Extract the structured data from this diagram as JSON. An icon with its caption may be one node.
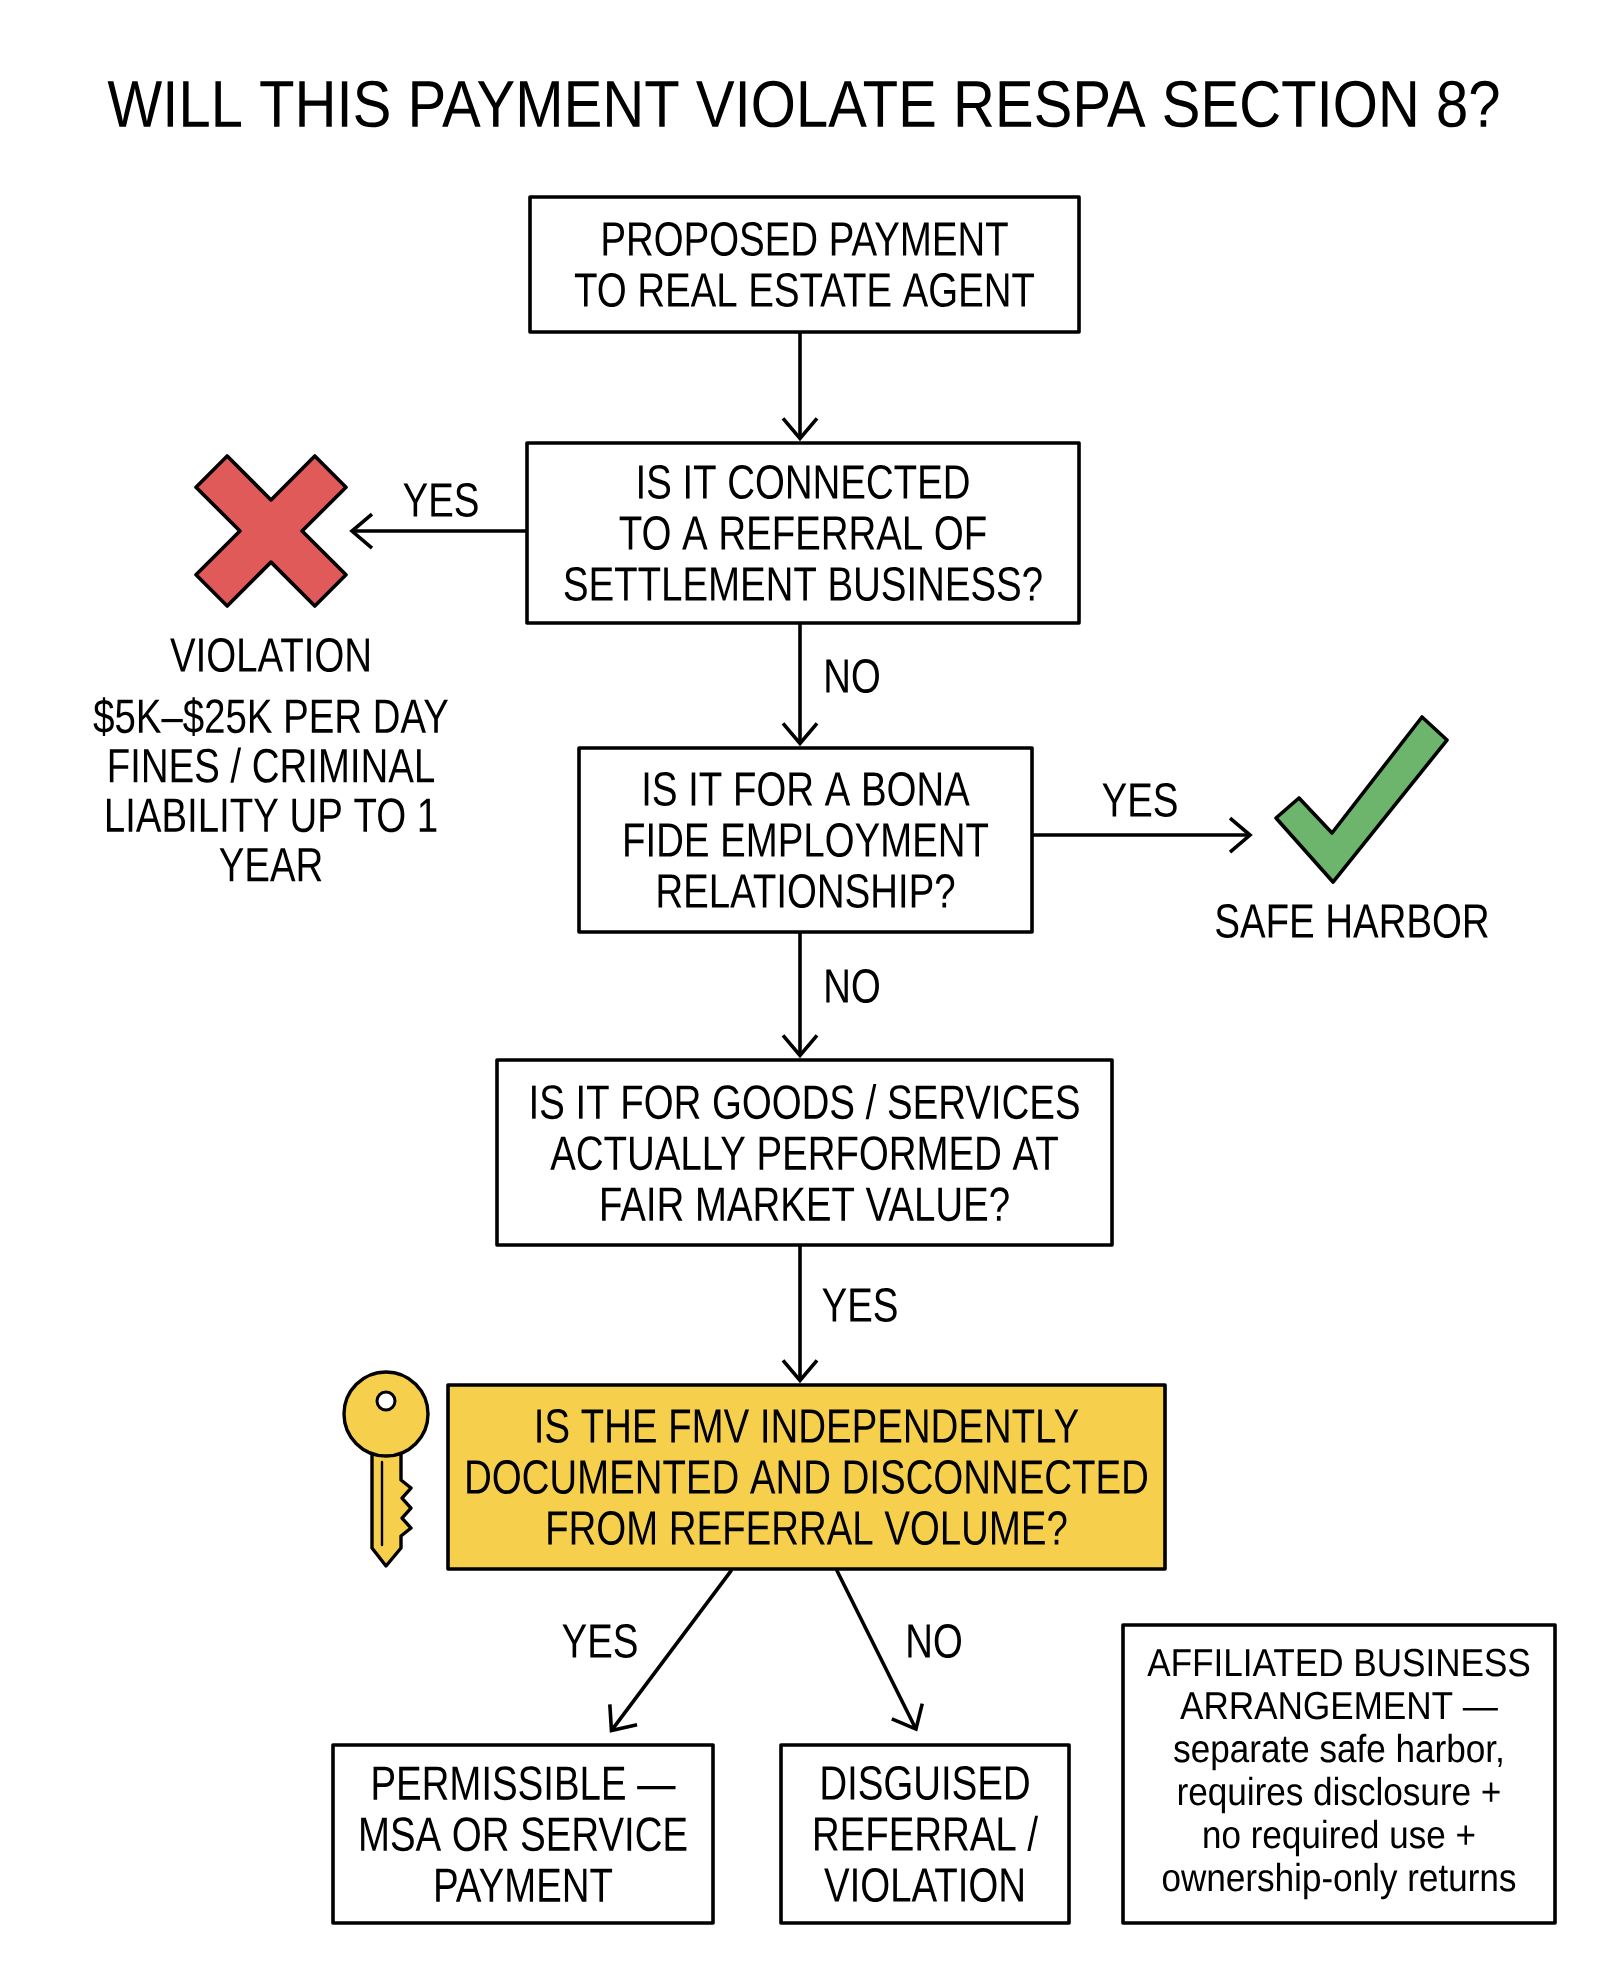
{
  "diagram": {
    "title": "WILL THIS PAYMENT VIOLATE RESPA SECTION 8?",
    "nodes": [
      {
        "text": [
          "PROPOSED PAYMENT TO REAL ESTATE AGENT"
        ]
      },
      {
        "text": [
          "IS IT CONNECTED TO A REFERRAL OF SETTLEMENT BUSINESS?"
        ]
      },
      {
        "text": [],
        "shape": "cross",
        "beside": [
          "VIOLATION",
          "$5K–$25K PER DAY FINES / CRIMINAL LIABILITY UP TO 1 YEAR"
        ]
      },
      {
        "text": [
          "IS IT FOR A BONA FIDE EMPLOYMENT RELATIONSHIP?"
        ]
      },
      {
        "text": [],
        "shape": "check",
        "beside": [
          "SAFE HARBOR"
        ]
      },
      {
        "text": [
          "IS IT FOR GOODS / SERVICES ACTUALLY PERFORMED AT FAIR MARKET VALUE?"
        ]
      },
      {
        "text": [
          "IS THE FMV INDEPENDENTLY DOCUMENTED AND DISCONNECTED FROM REFERRAL VOLUME?"
        ]
      },
      {
        "text": [
          "PERMISSIBLE — MSA OR SERVICE PAYMENT"
        ]
      },
      {
        "text": [
          "DISGUISED REFERRAL / VIOLATION"
        ]
      },
      {
        "text": [
          "AFFILIATED BUSINESS ARRANGEMENT —",
          "separate safe harbor, requires disclosure + no required use + ownership-only returns"
        ]
      }
    ],
    "edges": [
      {
        "from": 0,
        "to": 1,
        "arrow": "to"
      },
      {
        "from": 1,
        "to": 2,
        "arrow": "to",
        "label": "YES"
      },
      {
        "from": 1,
        "to": 3,
        "arrow": "to",
        "label": "NO"
      },
      {
        "from": 3,
        "to": 4,
        "arrow": "to",
        "label": "YES"
      },
      {
        "from": 3,
        "to": 5,
        "arrow": "to",
        "label": "NO"
      },
      {
        "from": 5,
        "to": 6,
        "arrow": "to",
        "label": "YES"
      },
      {
        "from": 6,
        "to": 7,
        "arrow": "to",
        "label": "YES"
      },
      {
        "from": 6,
        "to": 8,
        "arrow": "to",
        "label": "NO"
      }
    ]
  }
}
